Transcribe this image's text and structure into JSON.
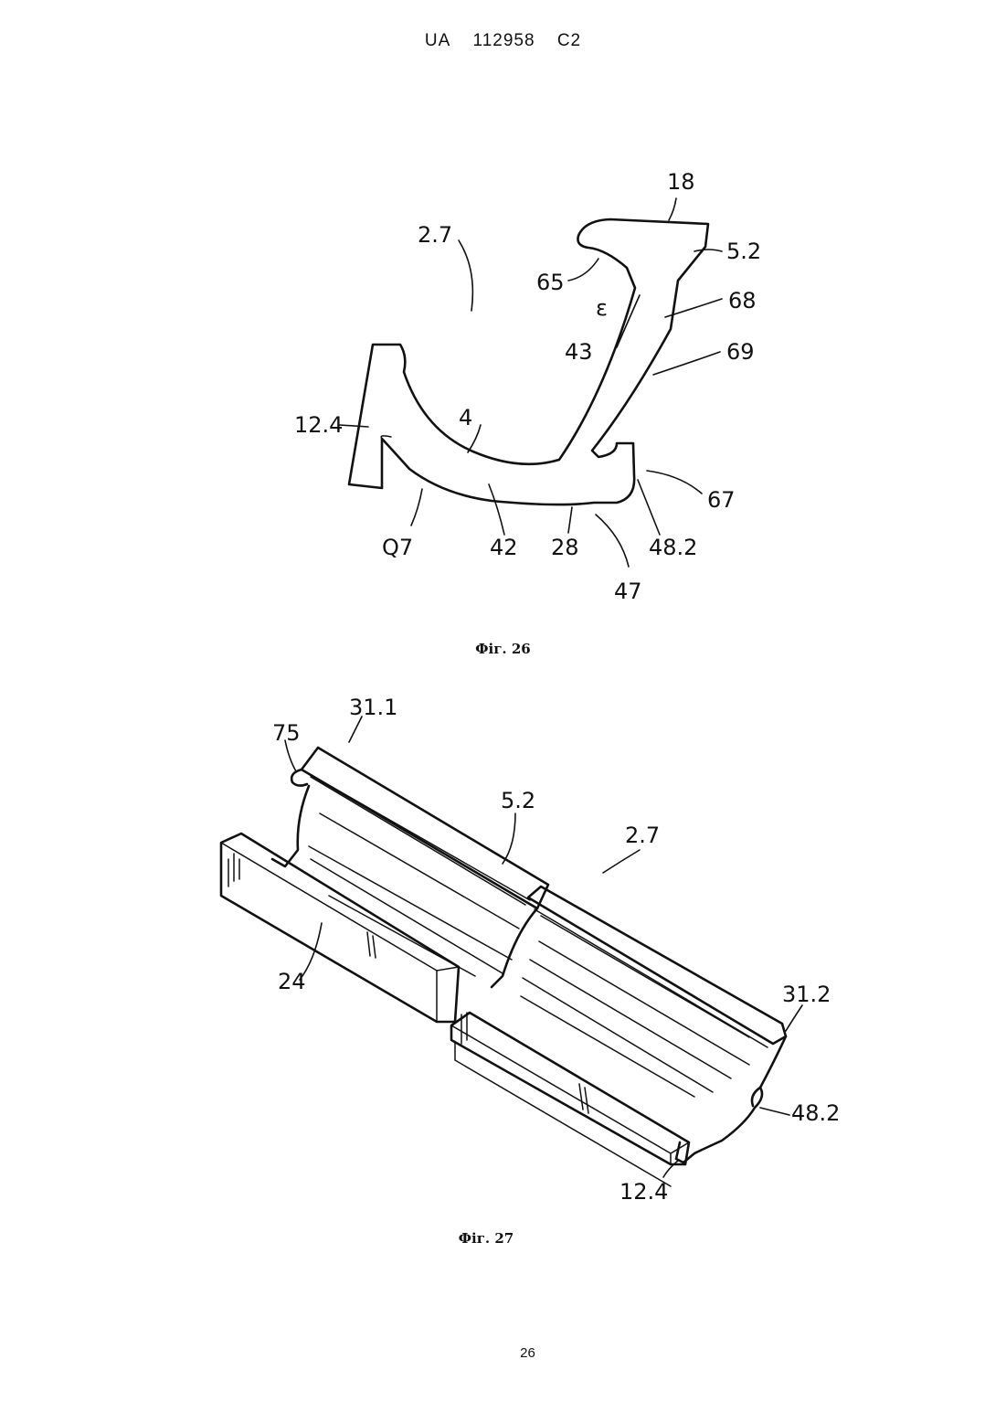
{
  "header": {
    "country": "UA",
    "number": "112958",
    "kind": "C2"
  },
  "figures": [
    {
      "caption": "Фіг. 26",
      "labels": {
        "l_18": "18",
        "l_5_2": "5.2",
        "l_2_7": "2.7",
        "l_65": "65",
        "l_68": "68",
        "l_eps": "ε",
        "l_43": "43",
        "l_69": "69",
        "l_12_4": "12.4",
        "l_4": "4",
        "l_67": "67",
        "l_q7": "Q7",
        "l_42": "42",
        "l_28": "28",
        "l_48_2": "48.2",
        "l_47": "47"
      }
    },
    {
      "caption": "Фіг. 27",
      "labels": {
        "l_31_1": "31.1",
        "l_75": "75",
        "l_5_2": "5.2",
        "l_2_7": "2.7",
        "l_24": "24",
        "l_31_2": "31.2",
        "l_48_2": "48.2",
        "l_12_4": "12.4"
      }
    }
  ],
  "page_number": "26"
}
